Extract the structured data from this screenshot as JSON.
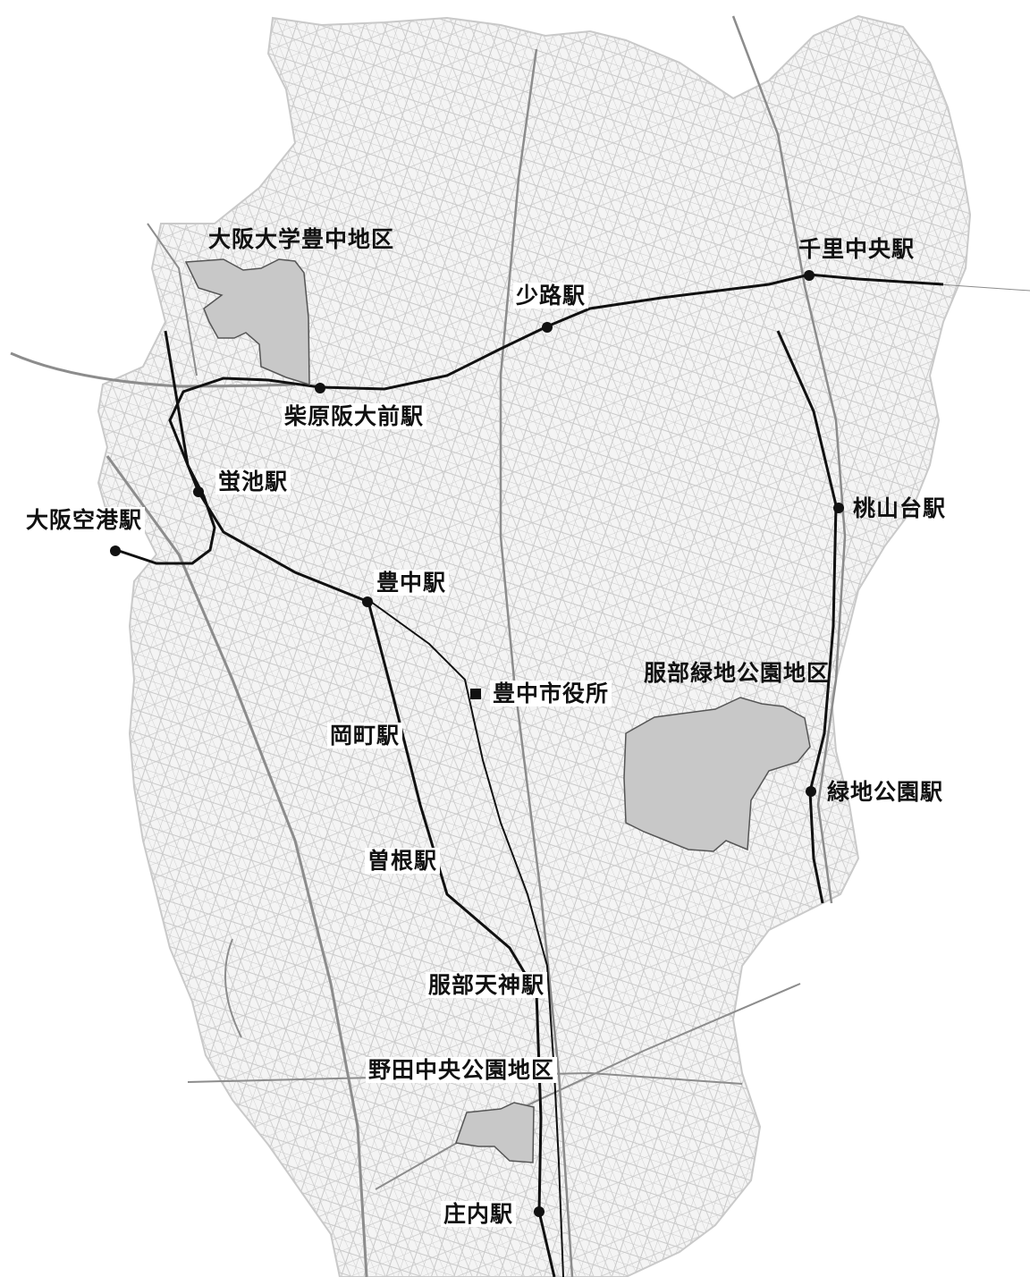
{
  "colors": {
    "background": "#ffffff",
    "land": "#f4f4f4",
    "street": "#c9c9c9",
    "highway": "#8c8c8c",
    "railway": "#111111",
    "district_fill": "#c8c8c8",
    "district_stroke": "#555555"
  },
  "districts": {
    "osaka_univ": "大阪大学豊中地区",
    "hattori": "服部緑地公園地区",
    "noda": "野田中央公園地区"
  },
  "stations": {
    "senri_chuo": "千里中央駅",
    "shoji": "少路駅",
    "shibahara": "柴原阪大前駅",
    "hotarugaike": "蛍池駅",
    "osaka_airport": "大阪空港駅",
    "toyonaka": "豊中駅",
    "momoyamadai": "桃山台駅",
    "okamachi": "岡町駅",
    "sone": "曽根駅",
    "ryokuchi_koen": "緑地公園駅",
    "hattori_tenjin": "服部天神駅",
    "shonai": "庄内駅"
  },
  "landmarks": {
    "city_hall": "豊中市役所",
    "city_hall_icon": "square-marker-icon"
  }
}
